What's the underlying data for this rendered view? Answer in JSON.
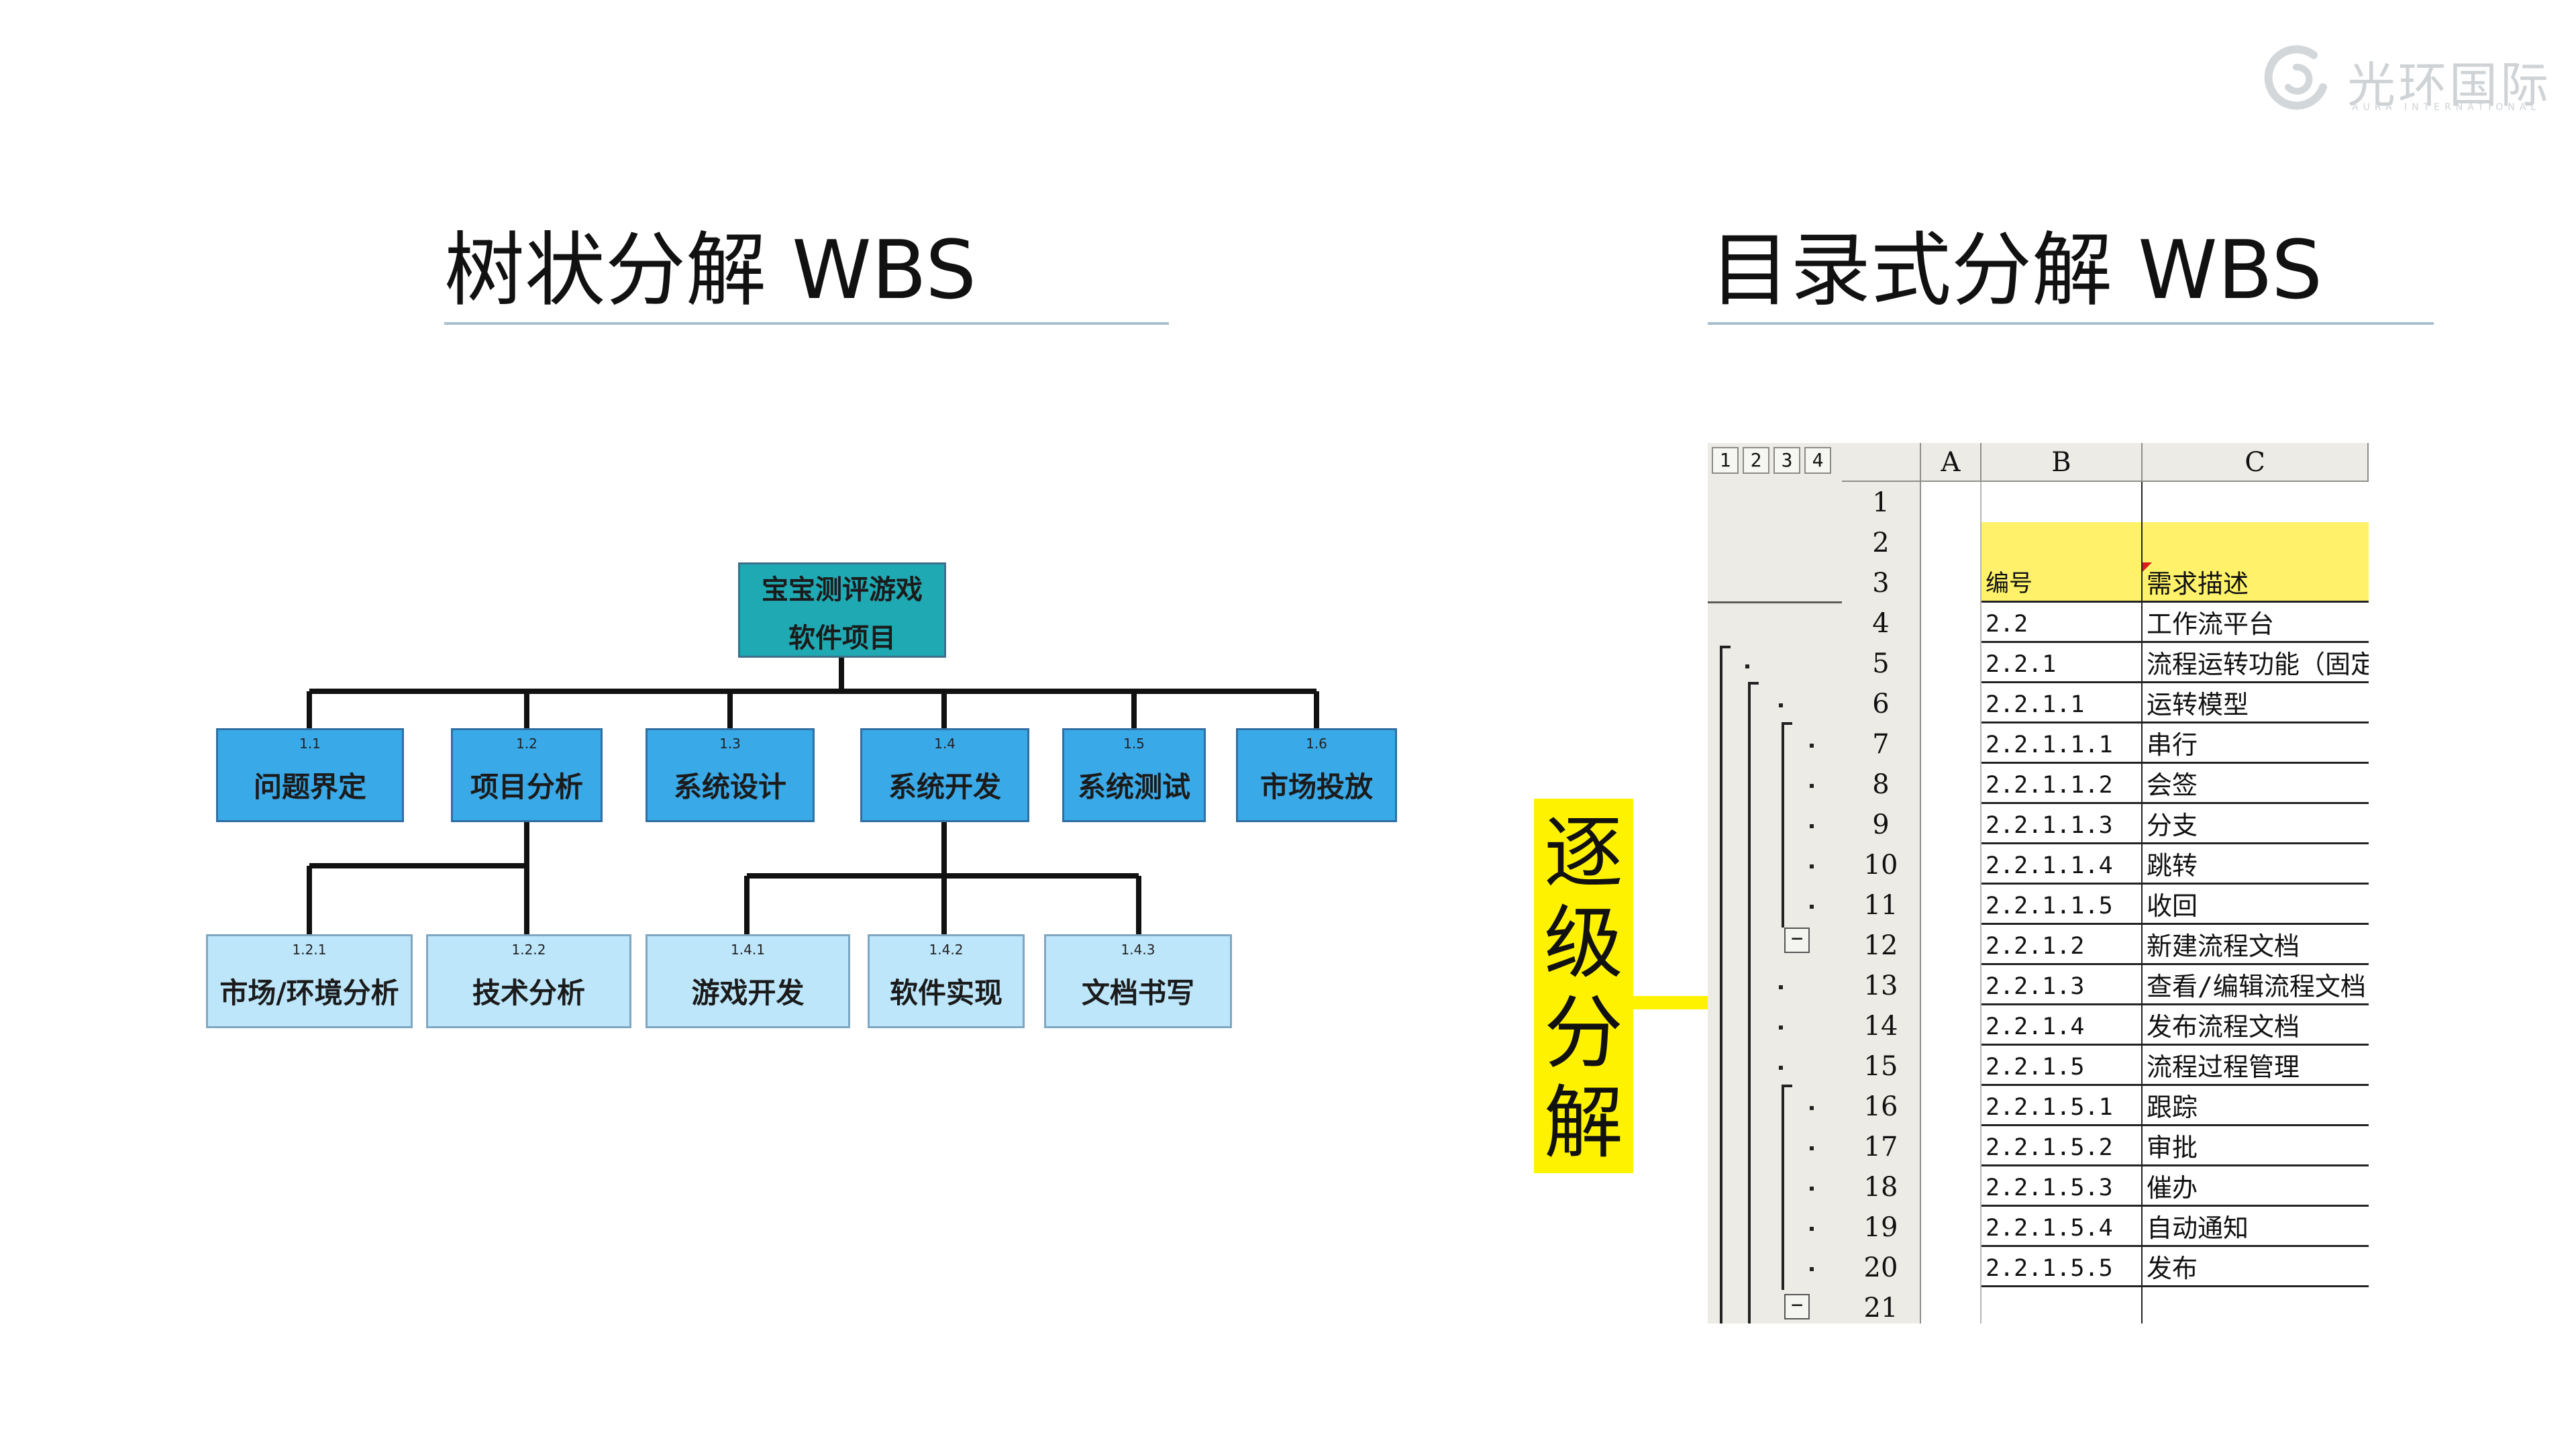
{
  "logo": {
    "name": "光环国际",
    "sub": "AURA INTERNATIONAL"
  },
  "titles": {
    "left": "树状分解 WBS",
    "right": "目录式分解 WBS"
  },
  "tree": {
    "root": {
      "line1": "宝宝测评游戏",
      "line2": "软件项目"
    },
    "level1": [
      {
        "code": "1.1",
        "name": "问题界定"
      },
      {
        "code": "1.2",
        "name": "项目分析"
      },
      {
        "code": "1.3",
        "name": "系统设计"
      },
      {
        "code": "1.4",
        "name": "系统开发"
      },
      {
        "code": "1.5",
        "name": "系统测试"
      },
      {
        "code": "1.6",
        "name": "市场投放"
      }
    ],
    "level2": [
      {
        "code": "1.2.1",
        "name": "市场/环境分析"
      },
      {
        "code": "1.2.2",
        "name": "技术分析"
      },
      {
        "code": "1.4.1",
        "name": "游戏开发"
      },
      {
        "code": "1.4.2",
        "name": "软件实现"
      },
      {
        "code": "1.4.3",
        "name": "文档书写"
      }
    ]
  },
  "tag": {
    "text": "逐级分解"
  },
  "sheet": {
    "levels": [
      "1",
      "2",
      "3",
      "4"
    ],
    "columns": [
      "A",
      "B",
      "C"
    ],
    "minus": "−",
    "rows": [
      {
        "n": "1",
        "b": "",
        "c": ""
      },
      {
        "n": "2",
        "b": "",
        "c": ""
      },
      {
        "n": "3",
        "b": "编号",
        "c": "需求描述"
      },
      {
        "n": "4",
        "b": "2.2",
        "c": "工作流平台"
      },
      {
        "n": "5",
        "b": "2.2.1",
        "c": "流程运转功能（固定"
      },
      {
        "n": "6",
        "b": "2.2.1.1",
        "c": "运转模型"
      },
      {
        "n": "7",
        "b": "2.2.1.1.1",
        "c": "串行"
      },
      {
        "n": "8",
        "b": "2.2.1.1.2",
        "c": "会签"
      },
      {
        "n": "9",
        "b": "2.2.1.1.3",
        "c": "分支"
      },
      {
        "n": "10",
        "b": "2.2.1.1.4",
        "c": "跳转"
      },
      {
        "n": "11",
        "b": "2.2.1.1.5",
        "c": "收回"
      },
      {
        "n": "12",
        "b": "2.2.1.2",
        "c": "新建流程文档"
      },
      {
        "n": "13",
        "b": "2.2.1.3",
        "c": "查看/编辑流程文档"
      },
      {
        "n": "14",
        "b": "2.2.1.4",
        "c": "发布流程文档"
      },
      {
        "n": "15",
        "b": "2.2.1.5",
        "c": "流程过程管理"
      },
      {
        "n": "16",
        "b": "2.2.1.5.1",
        "c": "跟踪"
      },
      {
        "n": "17",
        "b": "2.2.1.5.2",
        "c": "审批"
      },
      {
        "n": "18",
        "b": "2.2.1.5.3",
        "c": "催办"
      },
      {
        "n": "19",
        "b": "2.2.1.5.4",
        "c": "自动通知"
      },
      {
        "n": "20",
        "b": "2.2.1.5.5",
        "c": "发布"
      },
      {
        "n": "21",
        "b": "",
        "c": ""
      }
    ]
  }
}
